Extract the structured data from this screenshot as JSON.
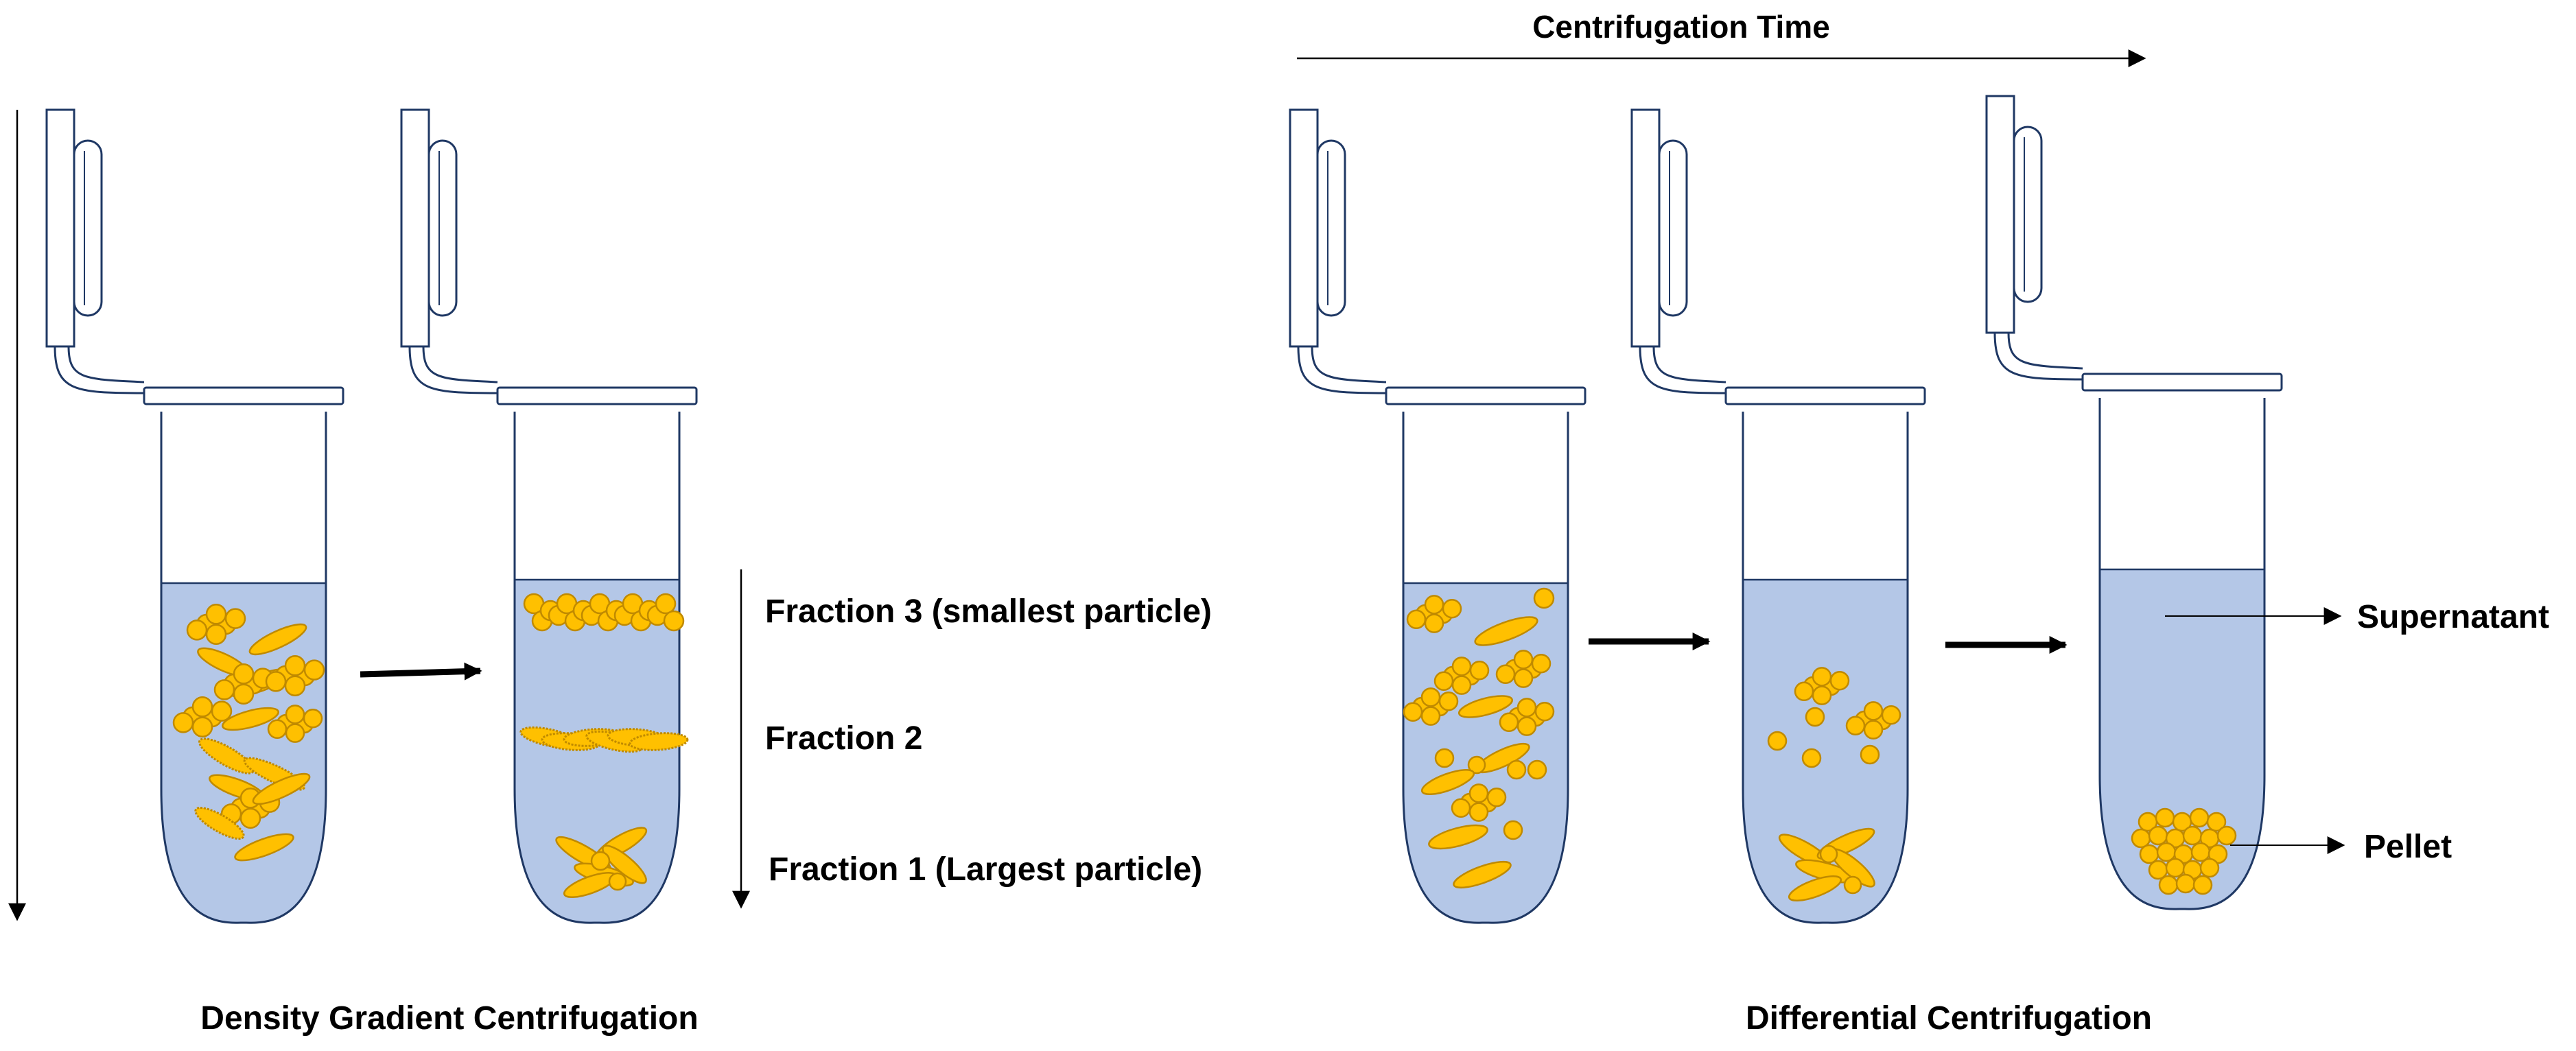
{
  "header": {
    "time_label": "Centrifugation Time"
  },
  "density_section": {
    "caption": "Density Gradient Centrifugation",
    "fractions": [
      "Fraction 3 (smallest particle)",
      "Fraction 2",
      "Fraction 1 (Largest particle)"
    ]
  },
  "differential_section": {
    "caption": "Differential Centrifugation",
    "supernatant_label": "Supernatant",
    "pellet_label": "Pellet"
  },
  "colors": {
    "liquid": "#b4c7e7",
    "particle_fill": "#ffc000",
    "particle_stroke": "#c08a00",
    "outline": "#1f3864",
    "arrow": "#000000"
  }
}
